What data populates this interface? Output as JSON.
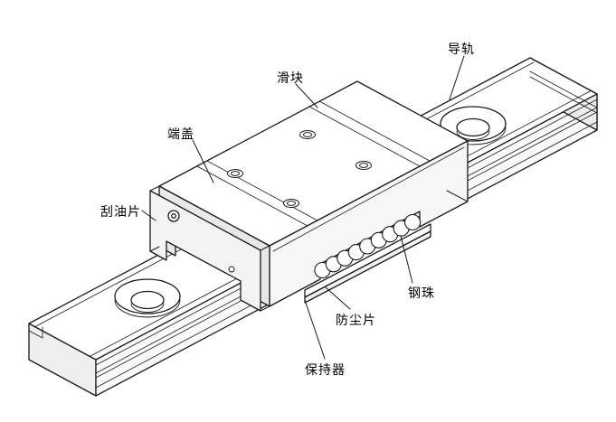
{
  "diagram": {
    "type": "technical-line-drawing",
    "subject": "linear-guide-rail-assembly",
    "colors": {
      "line": "#1a1a1a",
      "background": "#ffffff"
    },
    "labels": [
      {
        "id": "rail",
        "text": "导轨"
      },
      {
        "id": "slider",
        "text": "滑块"
      },
      {
        "id": "end-cap",
        "text": "端盖"
      },
      {
        "id": "oil-scraper",
        "text": "刮油片"
      },
      {
        "id": "steel-ball",
        "text": "钢珠"
      },
      {
        "id": "dust-strip",
        "text": "防尘片"
      },
      {
        "id": "retainer",
        "text": "保持器"
      }
    ]
  }
}
